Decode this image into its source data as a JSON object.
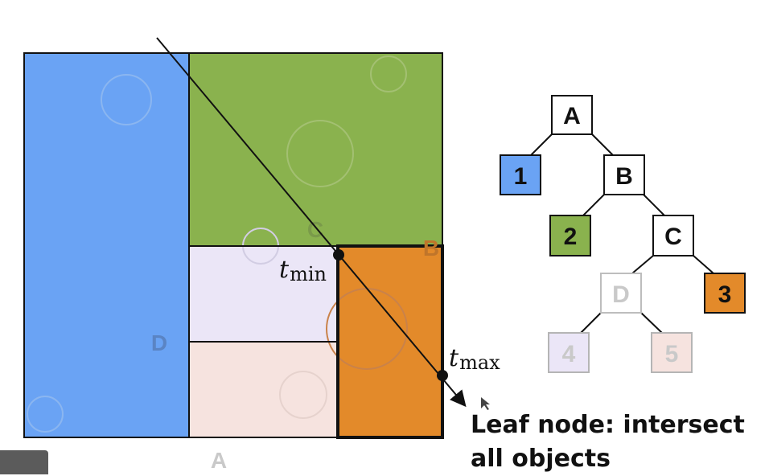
{
  "colors": {
    "blue": "#6aa3f4",
    "green": "#8ab24e",
    "lavender": "#ebe6f7",
    "pink": "#f6e3df",
    "orange": "#e38a2a",
    "faded_text": "#c9c9c9"
  },
  "regions": {
    "A": "A",
    "B": "B",
    "C": "C",
    "D": "D"
  },
  "ray": {
    "t_min": "t",
    "t_min_sub": "min",
    "t_max": "t",
    "t_max_sub": "max"
  },
  "tree": {
    "nodes": [
      {
        "id": "A",
        "label": "A",
        "style": "interior"
      },
      {
        "id": "1",
        "label": "1",
        "style": "blue"
      },
      {
        "id": "B",
        "label": "B",
        "style": "interior"
      },
      {
        "id": "2",
        "label": "2",
        "style": "green"
      },
      {
        "id": "C",
        "label": "C",
        "style": "interior"
      },
      {
        "id": "D",
        "label": "D",
        "style": "faded"
      },
      {
        "id": "3",
        "label": "3",
        "style": "orange"
      },
      {
        "id": "4",
        "label": "4",
        "style": "faded-lavender"
      },
      {
        "id": "5",
        "label": "5",
        "style": "faded-pink"
      }
    ]
  },
  "caption": {
    "line1": "Leaf node: intersect",
    "line2": "all objects"
  }
}
